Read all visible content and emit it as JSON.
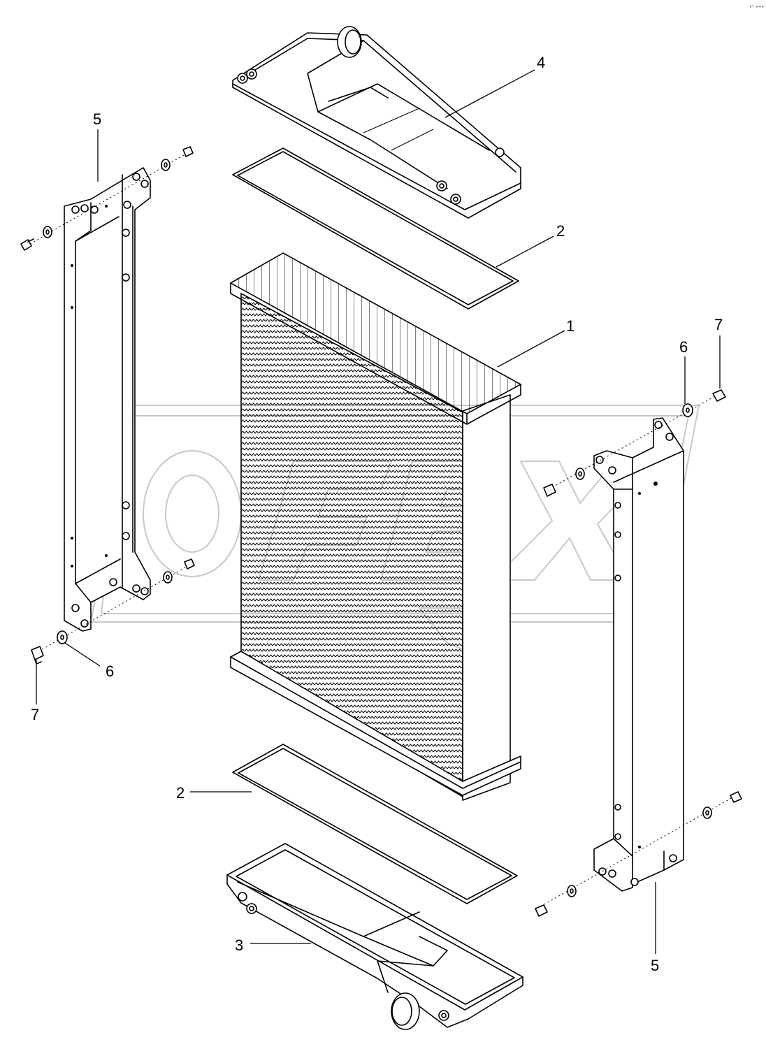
{
  "corner_mark": "•ⁿ •••",
  "callouts": {
    "radiator_core": "1",
    "gasket_top": "2",
    "gasket_bottom": "2",
    "bottom_tank": "3",
    "top_tank": "4",
    "side_bracket_left": "5",
    "side_bracket_right": "5",
    "washer_left": "6",
    "washer_right": "6",
    "bolt_left": "7",
    "bolt_right": "7"
  },
  "colors": {
    "line": "#000000",
    "watermark": "#c8c8c8",
    "background": "#ffffff"
  }
}
